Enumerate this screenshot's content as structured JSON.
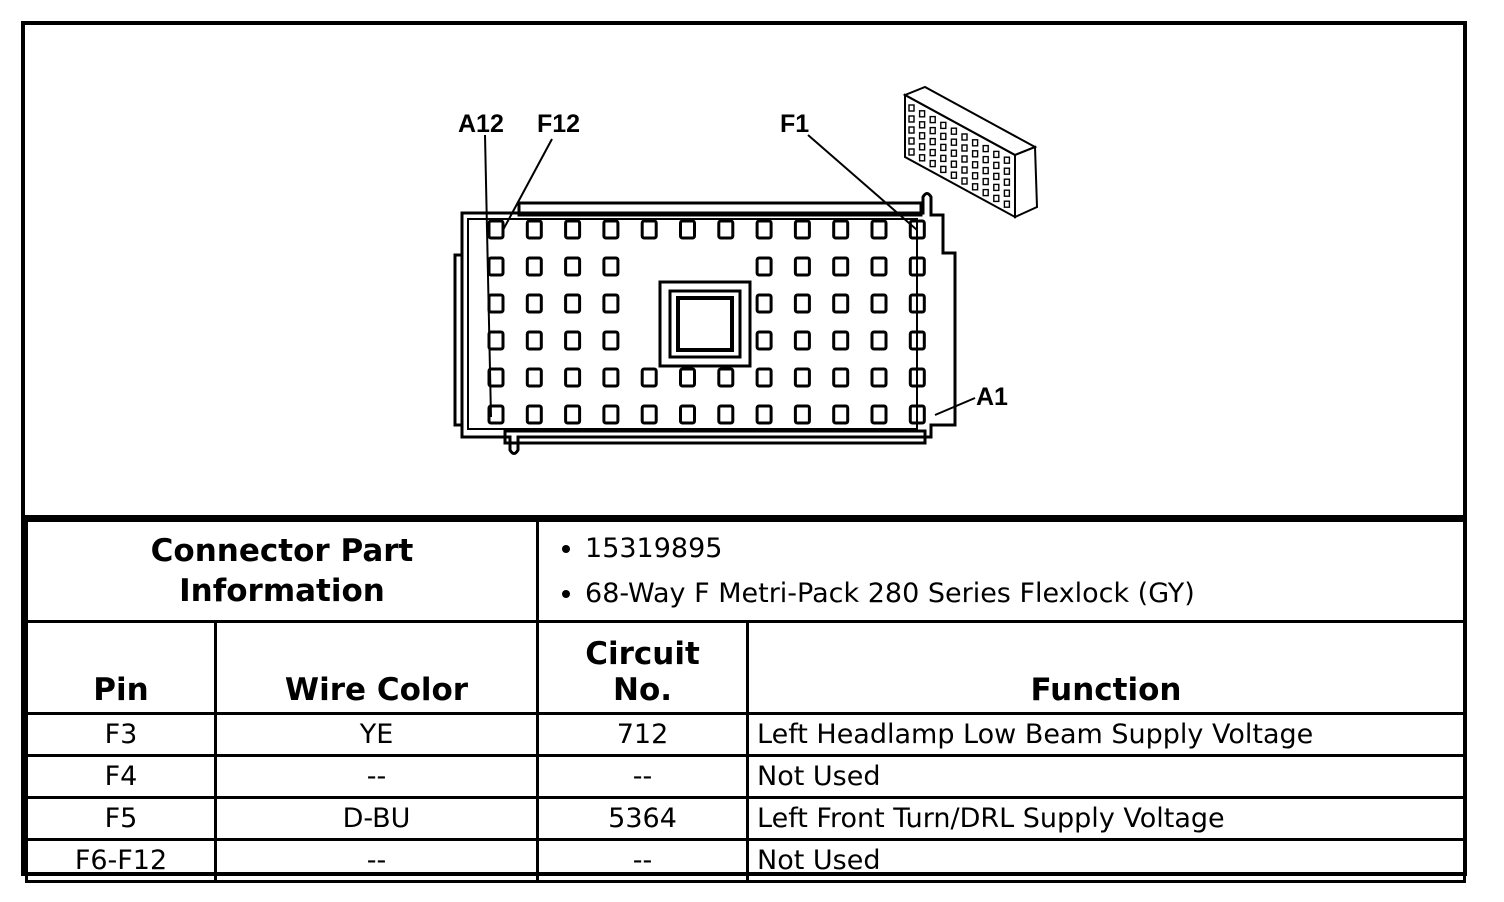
{
  "diagram": {
    "labels": {
      "a12": "A12",
      "f12": "F12",
      "f1": "F1",
      "a1": "A1"
    }
  },
  "connector_info": {
    "title_line1": "Connector Part",
    "title_line2": "Information",
    "items": [
      "15319895",
      "68-Way F Metri-Pack 280 Series Flexlock (GY)"
    ]
  },
  "table": {
    "headers": {
      "pin": "Pin",
      "wire_color": "Wire Color",
      "circuit_line1": "Circuit",
      "circuit_line2": "No.",
      "function": "Function"
    },
    "rows": [
      {
        "pin": "F3",
        "wire_color": "YE",
        "circuit": "712",
        "function": "Left Headlamp Low Beam Supply Voltage"
      },
      {
        "pin": "F4",
        "wire_color": "--",
        "circuit": "--",
        "function": "Not Used"
      },
      {
        "pin": "F5",
        "wire_color": "D-BU",
        "circuit": "5364",
        "function": "Left Front Turn/DRL Supply Voltage"
      },
      {
        "pin": "F6-F12",
        "wire_color": "--",
        "circuit": "--",
        "function": "Not Used"
      }
    ]
  }
}
